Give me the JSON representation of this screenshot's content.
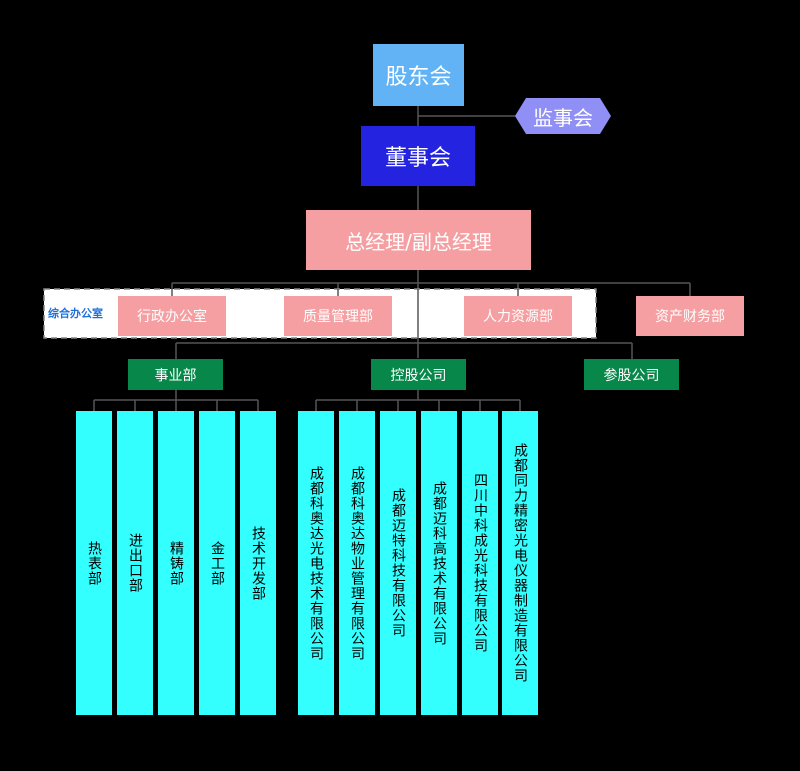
{
  "top": {
    "shareholders": "股东会",
    "supervisors": "监事会",
    "board": "董事会",
    "gm": "总经理/副总经理"
  },
  "admin_group": {
    "label": "综合办公室",
    "depts": [
      "行政办公室",
      "质量管理部",
      "人力资源部"
    ]
  },
  "finance": "资产财务部",
  "level3": {
    "business": "事业部",
    "holding": "控股公司",
    "equity": "参股公司"
  },
  "business_units": [
    "热表部",
    "进出口部",
    "精铸部",
    "金工部",
    "技术开发部"
  ],
  "holding_companies": [
    "成都科奥达光电技术有限公司",
    "成都科奥达物业管理有限公司",
    "成都迈特科技有限公司",
    "成都迈科高技术有限公司",
    "四川中科成光科技有限公司",
    "成都同力精密光电仪器制造有限公司"
  ],
  "colors": {
    "shareholders": "#61B3F5",
    "supervisors": "#8F8FF5",
    "board": "#2323E0",
    "pink": "#F59FA2",
    "green": "#07884A",
    "cyan": "#33FFFF"
  }
}
